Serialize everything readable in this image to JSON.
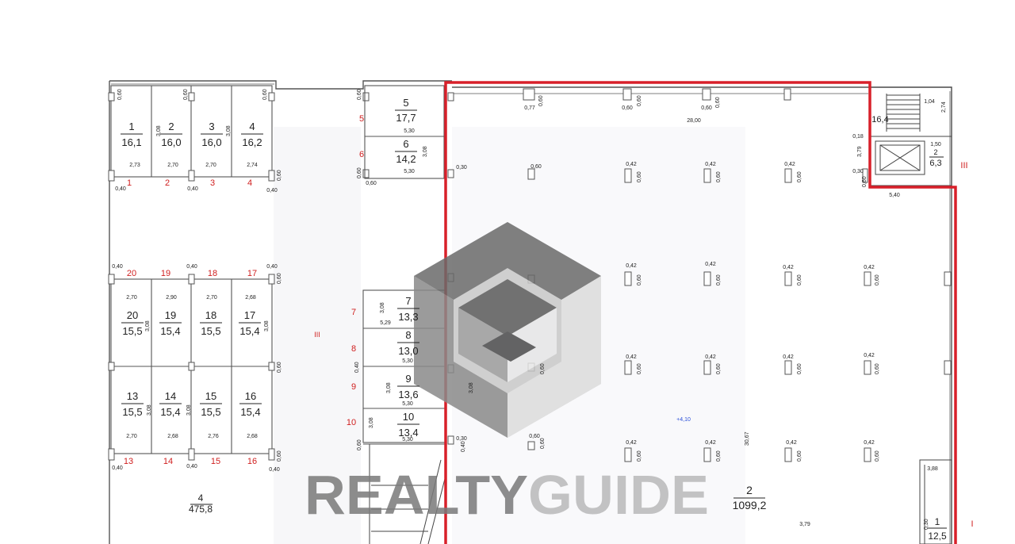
{
  "colors": {
    "highlight": "#d8202a",
    "axis_label": "#d02020",
    "wall": "#555555",
    "watermark_dark": "#5a5a5a",
    "watermark_light": "#cfcfcf"
  },
  "watermark": {
    "text_dark": "REALTY",
    "text_light": "GUIDE"
  },
  "rooms": {
    "r1": {
      "num": "1",
      "area": "16,1"
    },
    "r2": {
      "num": "2",
      "area": "16,0"
    },
    "r3": {
      "num": "3",
      "area": "16,0"
    },
    "r4": {
      "num": "4",
      "area": "16,2"
    },
    "r5": {
      "num": "5",
      "area": "17,7"
    },
    "r6": {
      "num": "6",
      "area": "14,2"
    },
    "r7": {
      "num": "7",
      "area": "13,3"
    },
    "r8": {
      "num": "8",
      "area": "13,0"
    },
    "r9": {
      "num": "9",
      "area": "13,6"
    },
    "r10": {
      "num": "10",
      "area": "13,4"
    },
    "r13": {
      "num": "13",
      "area": "15,5"
    },
    "r14": {
      "num": "14",
      "area": "15,4"
    },
    "r15": {
      "num": "15",
      "area": "15,5"
    },
    "r16": {
      "num": "16",
      "area": "15,4"
    },
    "r17": {
      "num": "17",
      "area": "15,4"
    },
    "r18": {
      "num": "18",
      "area": "15,5"
    },
    "r19": {
      "num": "19",
      "area": "15,4"
    },
    "r20": {
      "num": "20",
      "area": "15,5"
    },
    "hall4": {
      "num": "4",
      "area": "475,8"
    },
    "hall2": {
      "num": "2",
      "area": "1099,2"
    },
    "stair": {
      "area": "16,4"
    },
    "lift": {
      "num": "2",
      "area": "6,3"
    },
    "corner1": {
      "num": "1",
      "area": "12,5"
    }
  },
  "axis_labels": {
    "top": [
      "1",
      "2",
      "3",
      "4"
    ],
    "row_a": [
      "20",
      "19",
      "18",
      "17"
    ],
    "row_b": [
      "13",
      "14",
      "15",
      "16"
    ],
    "left_mid": [
      "5",
      "6",
      "7",
      "8",
      "9",
      "10"
    ],
    "roman_right": "III",
    "roman_mid": "III",
    "roman_low": "I"
  },
  "dims": {
    "d273": "2,73",
    "d270": "2,70",
    "d274": "2,74",
    "d268": "2,68",
    "d276": "2,76",
    "d290": "2,90",
    "d529": "5,29",
    "d530": "5,30",
    "d540": "5,40",
    "d2800": "28,00",
    "d060": "0,60",
    "d040": "0,40",
    "d042": "0,42",
    "d077": "0,77",
    "d018": "0,18",
    "d030": "0,30",
    "d308": "3,08",
    "d379": "3,79",
    "d3067": "30,67",
    "d3079": "3,79",
    "level": "+4,10",
    "d104": "1,04",
    "d150": "1,50",
    "d388": "3,88"
  }
}
